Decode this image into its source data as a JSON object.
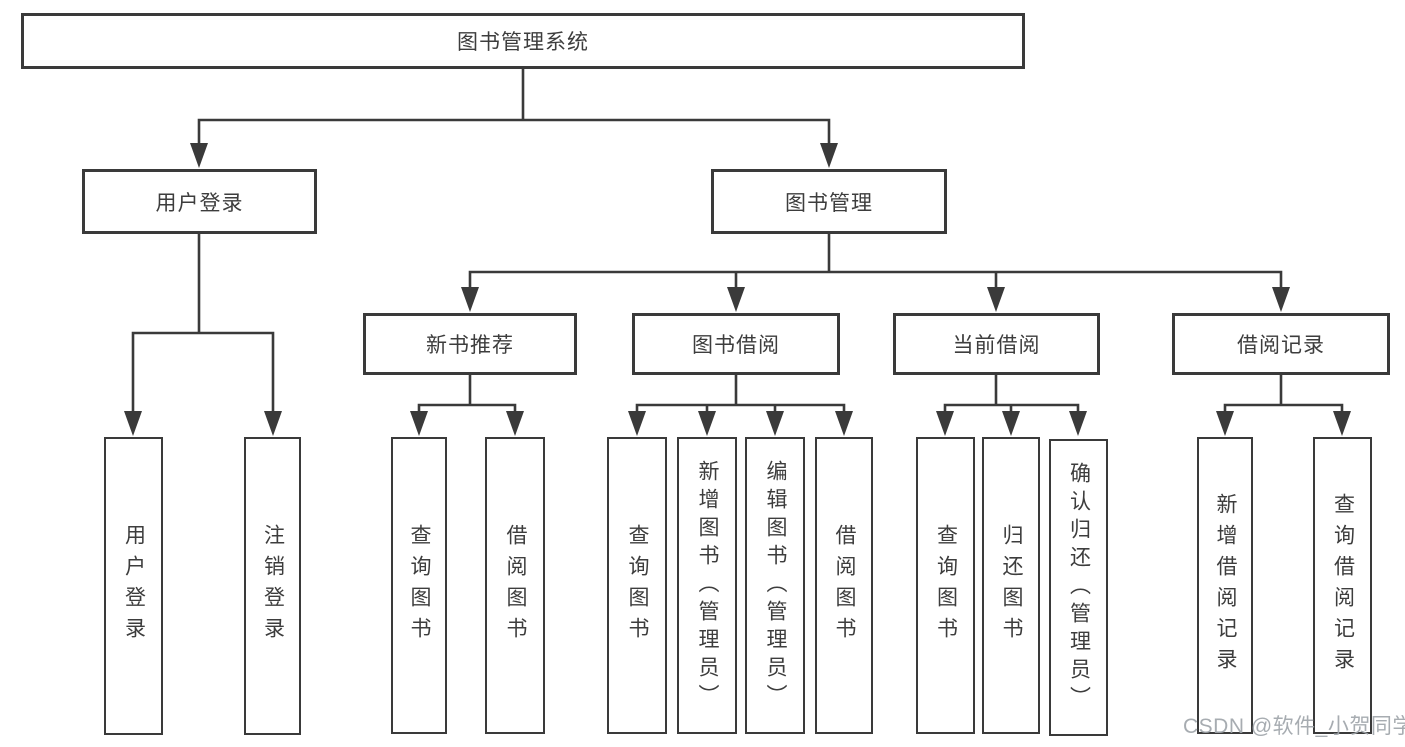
{
  "colors": {
    "line": "#3a3a3a",
    "text": "#3d3d3d",
    "watermark": "#a0a6ab",
    "background": "#ffffff"
  },
  "watermark": {
    "text": "CSDN @软件_小贺同学"
  },
  "tree": {
    "root": {
      "label": "图书管理系统"
    },
    "branches": [
      {
        "label": "用户登录",
        "children": [
          {
            "label": "用户登录"
          },
          {
            "label": "注销登录"
          }
        ]
      },
      {
        "label": "图书管理",
        "children": [
          {
            "label": "新书推荐",
            "children": [
              {
                "label": "查询图书"
              },
              {
                "label": "借阅图书"
              }
            ]
          },
          {
            "label": "图书借阅",
            "children": [
              {
                "label": "查询图书"
              },
              {
                "label": "新增图书（管理员）"
              },
              {
                "label": "编辑图书（管理员）"
              },
              {
                "label": "借阅图书"
              }
            ]
          },
          {
            "label": "当前借阅",
            "children": [
              {
                "label": "查询图书"
              },
              {
                "label": "归还图书"
              },
              {
                "label": "确认归还（管理员）"
              }
            ]
          },
          {
            "label": "借阅记录",
            "children": [
              {
                "label": "新增借阅记录"
              },
              {
                "label": "查询借阅记录"
              }
            ]
          }
        ]
      }
    ]
  }
}
